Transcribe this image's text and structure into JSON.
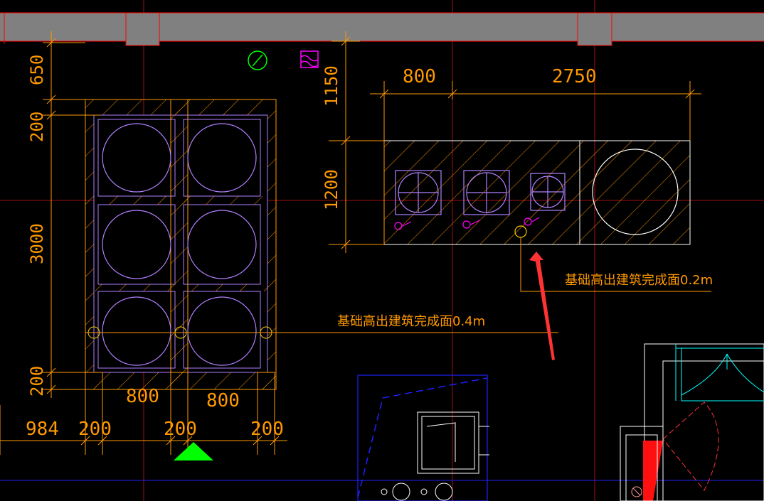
{
  "drawing": {
    "top_dimensions": [
      "800",
      "2750"
    ],
    "left_dimensions": [
      "650",
      "200",
      "3000",
      "200"
    ],
    "tank_height_dim": "1150",
    "pad_height_dim": "1200",
    "bottom_dimensions": [
      "984",
      "200",
      "200",
      "200"
    ],
    "column_widths": [
      "800",
      "800"
    ],
    "note_pad": "基础高出建筑完成面0.2m",
    "note_tank": "基础高出建筑完成面0.4m"
  },
  "colors": {
    "background": "#000000",
    "dimension": "#ff9900",
    "wall": "#808080",
    "wall_outline": "#ff0000",
    "tank": "#b080ff",
    "pipe": "#ff00ff",
    "annotation_arrow": "#ff3333",
    "north_marker": "#00ff00",
    "room_outline": "#2020ff",
    "door": "#00ffff"
  },
  "icons": [
    "compass-icon",
    "valve-symbol-icon",
    "north-triangle-icon",
    "annotation-arrow-icon"
  ]
}
